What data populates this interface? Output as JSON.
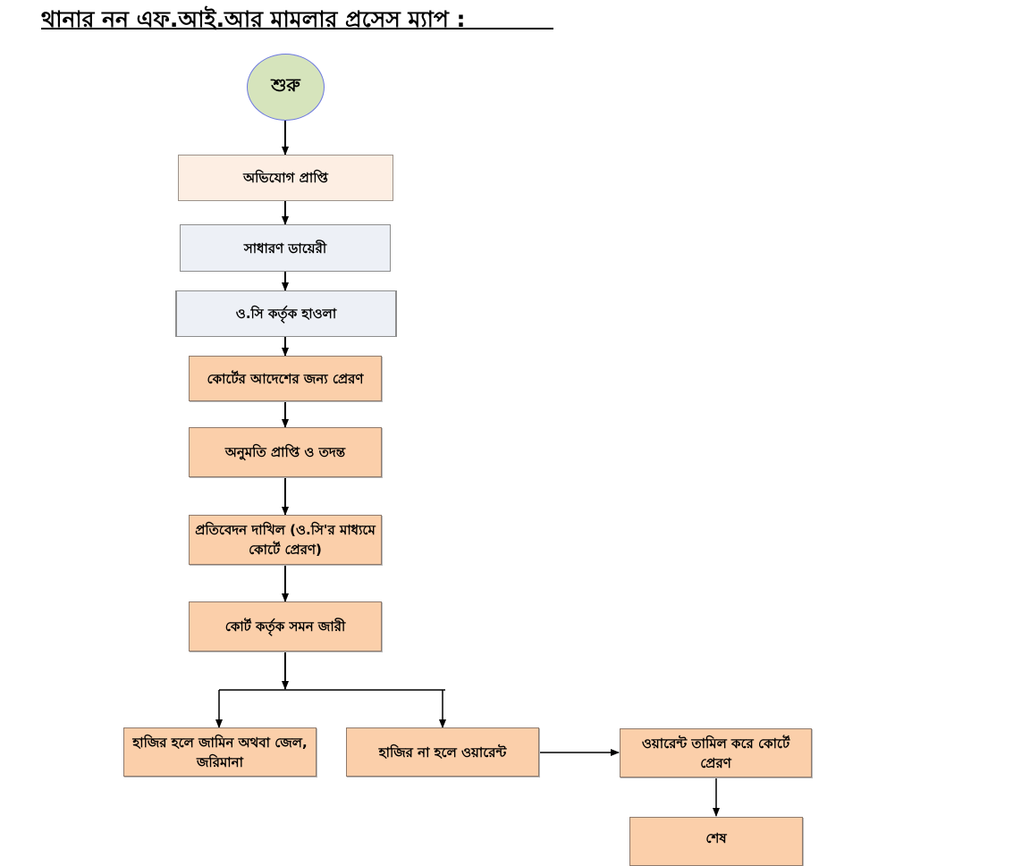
{
  "title": "থানার নন এফ.আই.আর মামলার প্রসেস ম্যাপ  :",
  "colors": {
    "start_fill": "#d6e4bc",
    "start_stroke": "#6c78e0",
    "step_light_peach": "#fdeee3",
    "step_light_blue": "#edf0f6",
    "step_peach": "#fbcfaa",
    "connector": "#000000"
  },
  "flow": {
    "start": "শুরু",
    "steps": [
      "অভিযোগ প্রাপ্তি",
      "সাধারণ ডায়েরী",
      "ও.সি কর্তৃক হাওলা",
      "কোর্টের আদেশের জন্য প্রেরণ",
      "অনুমতি প্রাপ্তি ও তদন্ত",
      "প্রতিবেদন দাখিল (ও.সি'র মাধ্যমে কোর্টে প্রেরণ)",
      "কোর্ট কর্তৃক সমন জারী"
    ],
    "branches": {
      "present": "হাজির হলে জামিন অথবা জেল, জরিমানা",
      "absent": "হাজির না হলে ওয়ারেন্ট",
      "warrant_served": "ওয়ারেন্ট তামিল করে কোর্টে প্রেরণ",
      "end": "শেষ"
    }
  }
}
